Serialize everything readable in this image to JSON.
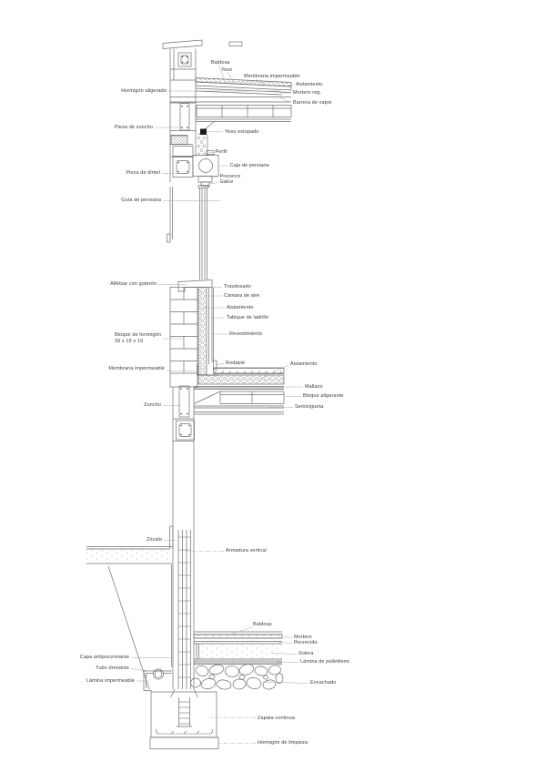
{
  "document": {
    "type": "Detalle constructivo — sección vertical de muro",
    "language": "es"
  },
  "colors": {
    "background": "#ffffff",
    "linework": "#6e6e6e",
    "emphasis": "#1a1a1a",
    "leader": "#a8a8a8",
    "label_text": "#3c3c3c"
  },
  "labels": {
    "roof": {
      "baldosa": "Baldosa",
      "yeso": "Yeso",
      "membrana_impermeable": "Membrana impermeable",
      "aislamiento": "Aislamiento",
      "mortero_reg": "Mortero reg.",
      "barrera_de_vapor": "Barrera de vapor",
      "hormigon_aligerado": "Hormigón aligerado"
    },
    "lintel": {
      "pieza_de_zuncho": "Pieza de zuncho",
      "yeso_estopado": "Yeso estopado",
      "perfil": "Perfil",
      "caja_de_persiana": "Caja de persiana",
      "pieza_de_dintel": "Pieza de dintel",
      "precerco": "Precerco",
      "galce": "Galce",
      "guia_de_persiana": "Guía de persiana"
    },
    "wall": {
      "alfeizar_con_goteron": "Alféizar con goterón",
      "trasdosado": "Trasdosado",
      "camara_de_aire": "Cámara de aire",
      "aislamiento": "Aislamiento",
      "tabique_de_ladrillo": "Tabique de ladrillo",
      "revestimiento": "Revestimiento",
      "bloque_de_hormigon_1": "Bloque de hormigón",
      "bloque_de_hormigon_2": "39 x 19 x 19",
      "membrana_impermeable": "Membrana impermeable"
    },
    "floor": {
      "rodapie": "Rodapié",
      "aislamiento": "Aislamiento",
      "mallazo": "Mallazo",
      "bloque_aligerante": "Bloque aligerante",
      "zuncho": "Zuncho",
      "semivigueta": "Semivigueta"
    },
    "foundation": {
      "zocalo": "Zócalo",
      "armadura_vertical": "Armadura vertical",
      "baldosa": "Baldosa",
      "mortero": "Mortero",
      "recrecido": "Recrecido",
      "solera": "Solera",
      "lamina_de_polietileno": "Lámina de polietileno",
      "capa_antipunzonante": "Capa antipunzonante",
      "tubo_drenante": "Tubo drenante",
      "lamina_impermeable": "Lámina impermeable",
      "encachado": "Encachado",
      "zapata_continua": "Zapata continua",
      "hormigon_de_limpieza": "Hormigón de limpieza"
    }
  }
}
